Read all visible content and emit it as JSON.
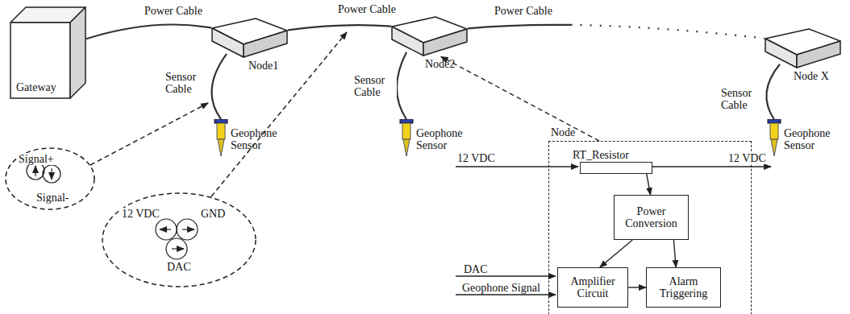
{
  "diagram": {
    "nodes": [
      {
        "text": [
          "Gateway"
        ]
      },
      {
        "text": [
          "Node1"
        ]
      },
      {
        "text": [
          "Node2"
        ]
      },
      {
        "text": [
          "Node X"
        ]
      },
      {
        "text": [
          "Node"
        ]
      },
      {
        "text": [
          "RT_Resistor"
        ],
        "in": 4
      },
      {
        "text": [
          "Power Conversion"
        ],
        "in": 4
      },
      {
        "text": [
          "Amplifier Circuit"
        ],
        "in": 4
      },
      {
        "text": [
          "Alarm Triggering"
        ],
        "in": 4
      },
      {
        "text": [
          "Geophone Sensor"
        ]
      },
      {
        "text": [
          "Geophone Sensor"
        ]
      },
      {
        "text": [
          "Geophone Sensor"
        ]
      }
    ],
    "edges": [
      {
        "from": 0,
        "to": 1,
        "label": "Power Cable",
        "arrow": "none"
      },
      {
        "from": 1,
        "to": 2,
        "label": "Power Cable",
        "arrow": "none"
      },
      {
        "from": 2,
        "to": 3,
        "label": "Power Cable",
        "arrow": "none"
      },
      {
        "from": 1,
        "to": 9,
        "label": "Sensor Cable",
        "arrow": "none"
      },
      {
        "from": 2,
        "to": 10,
        "label": "Sensor Cable",
        "arrow": "none"
      },
      {
        "from": 3,
        "to": 11,
        "label": "Sensor Cable",
        "arrow": "none"
      },
      {
        "from": 4,
        "to": 2,
        "arrow": "to"
      },
      {
        "from": 5,
        "to": 6,
        "arrow": "to"
      },
      {
        "from": 6,
        "to": 7,
        "arrow": "to"
      },
      {
        "from": 6,
        "to": 8,
        "arrow": "to"
      },
      {
        "from": 7,
        "to": 8,
        "arrow": "to"
      }
    ],
    "labels": [
      "Signal+",
      "Signal-",
      "12 VDC",
      "GND",
      "DAC",
      "12 VDC",
      "12 VDC",
      "DAC",
      "Geophone Signal"
    ]
  }
}
